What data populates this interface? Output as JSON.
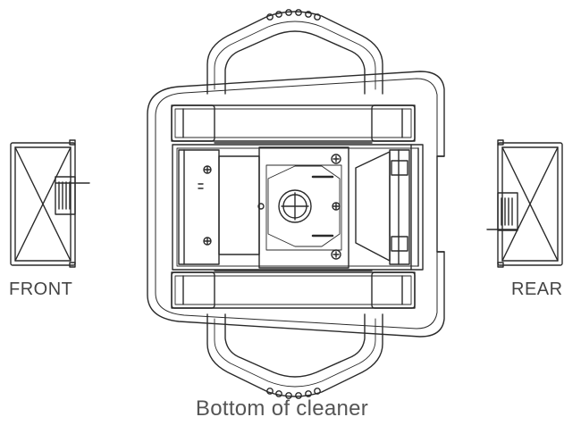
{
  "labels": {
    "front": "FRONT",
    "rear": "REAR",
    "caption": "Bottom of cleaner"
  },
  "colors": {
    "line": "#2a2a2a",
    "text": "#444444",
    "background": "#ffffff"
  }
}
